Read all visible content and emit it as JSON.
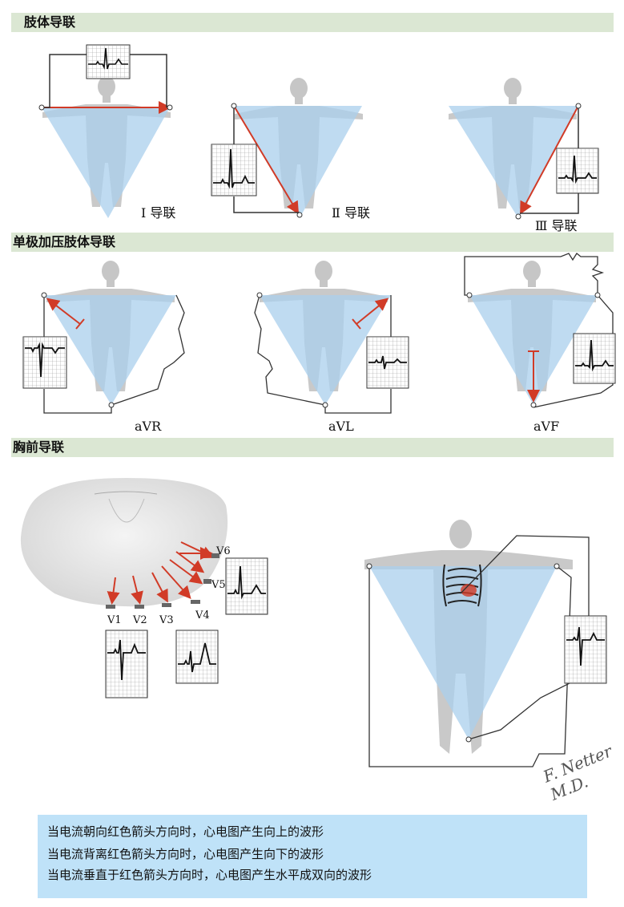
{
  "sections": {
    "limb_leads": "肢体导联",
    "augmented_leads": "单极加压肢体导联",
    "precordial_leads": "胸前导联"
  },
  "leads": {
    "lead_i": "Ⅰ 导联",
    "lead_ii": "Ⅱ 导联",
    "lead_iii": "Ⅲ 导联",
    "avr": "aVR",
    "avl": "aVL",
    "avf": "aVF",
    "v1": "V1",
    "v2": "V2",
    "v3": "V3",
    "v4": "V4",
    "v5": "V5",
    "v6": "V6"
  },
  "info": {
    "line1": "当电流朝向红色箭头方向时，心电图产生向上的波形",
    "line2": "当电流背离红色箭头方向时，心电图产生向下的波形",
    "line3": "当电流垂直于红色箭头方向时，心电图产生水平成双向的波形"
  },
  "signature": "F. Netter M.D.",
  "colors": {
    "section_bar": "#dbe7d3",
    "triangle": "#a9cfec",
    "arrow": "#d13b27",
    "info_box": "#bfe2f8",
    "body": "#c9c9c9"
  }
}
